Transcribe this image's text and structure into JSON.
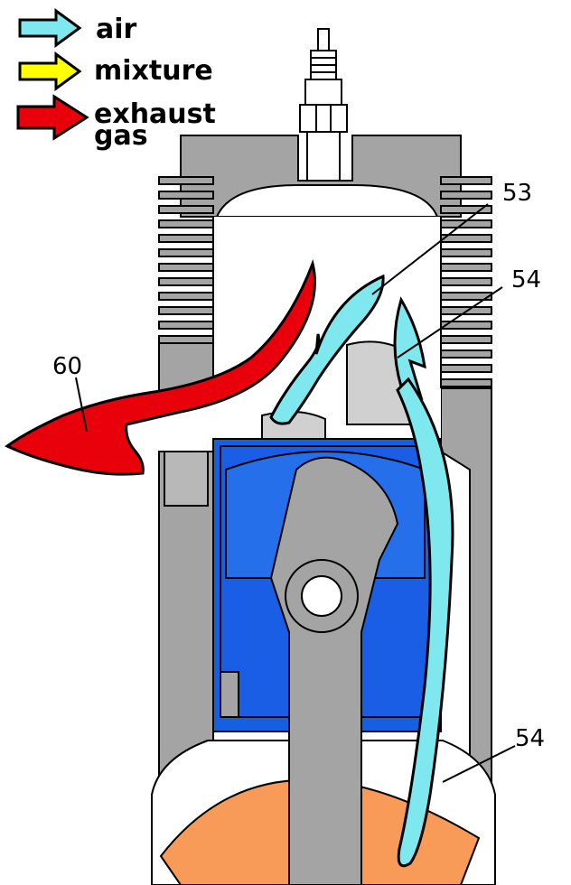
{
  "legend": {
    "items": [
      {
        "key": "air",
        "label": "air",
        "color": "#7fe8ee"
      },
      {
        "key": "mixture",
        "label": "mixture",
        "color": "#ffff00"
      },
      {
        "key": "exhaust",
        "label_line1": "exhaust",
        "label_line2": "gas",
        "color": "#e8000a"
      }
    ]
  },
  "callouts": {
    "exhaust_port": "60",
    "transfer_flow": "53",
    "upper_transfer": "54",
    "lower_transfer": "54"
  },
  "colors": {
    "engine_gray": "#a4a4a4",
    "piston_blue": "#1560e0",
    "crank_orange": "#f89a58",
    "air_cyan": "#7fe8ee",
    "exhaust_red": "#e8000a",
    "outline": "#000000"
  }
}
